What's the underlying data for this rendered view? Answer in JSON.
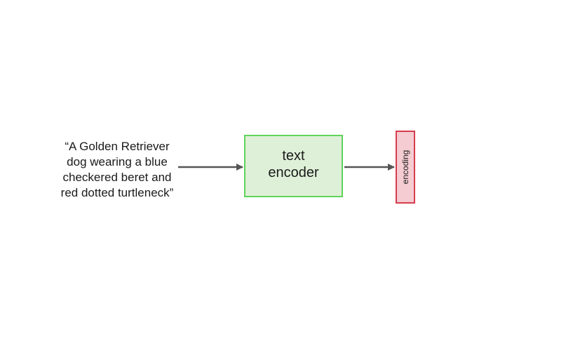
{
  "prompt": {
    "lines": [
      "“A Golden Retriever",
      "dog wearing a blue",
      "checkered beret and",
      "red dotted turtleneck”"
    ]
  },
  "text_encoder": {
    "lines": [
      "text",
      "encoder"
    ],
    "fill_color": "#dff0d8",
    "border_color": "#5fd35a"
  },
  "encoding": {
    "label": "encoding",
    "fill_color": "#f4ccd2",
    "border_color": "#d63c4c"
  },
  "arrow_color": "#555555"
}
